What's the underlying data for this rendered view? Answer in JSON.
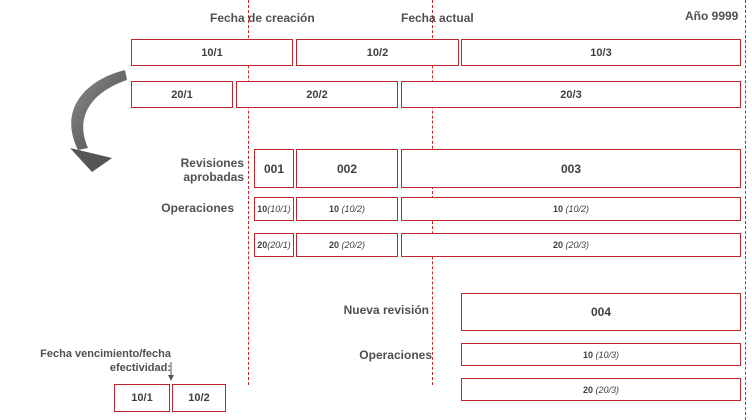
{
  "headers": {
    "creation_date": "Fecha de creación",
    "current_date": "Fecha actual",
    "year_end": "Año 9999"
  },
  "versions_row1": [
    "10/1",
    "10/2",
    "10/3"
  ],
  "versions_row2": [
    "20/1",
    "20/2",
    "20/3"
  ],
  "labels": {
    "approved_revisions_line1": "Revisiones",
    "approved_revisions_line2": "aprobadas",
    "operations": "Operaciones",
    "new_revision": "Nueva revisión",
    "operations_new": "Operaciones",
    "expiry_line1": "Fecha vencimiento/fecha",
    "expiry_line2": "efectividad:"
  },
  "revisions": [
    "001",
    "002",
    "003"
  ],
  "operations_row1": [
    {
      "op": "10",
      "ver": "(10/1)"
    },
    {
      "op": "10",
      "ver": "(10/2)"
    },
    {
      "op": "10",
      "ver": "(10/2)"
    }
  ],
  "operations_row2": [
    {
      "op": "20",
      "ver": "(20/1)"
    },
    {
      "op": "20",
      "ver": "(20/2)"
    },
    {
      "op": "20",
      "ver": "(20/3)"
    }
  ],
  "new_revision": "004",
  "new_operations": [
    {
      "op": "10",
      "ver": "(10/3)"
    },
    {
      "op": "20",
      "ver": "(20/3)"
    }
  ],
  "expiry_boxes": [
    "10/1",
    "10/2"
  ],
  "colors": {
    "accent": "#c0262c",
    "text": "#404040",
    "arrow": "#555555"
  }
}
